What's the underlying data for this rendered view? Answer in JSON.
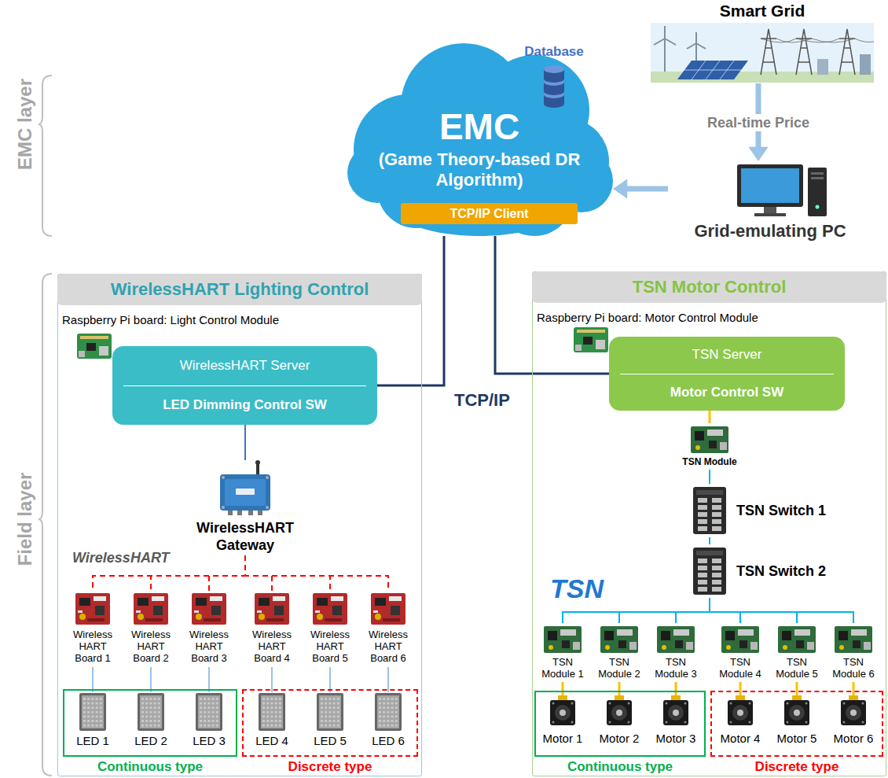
{
  "diagram": {
    "nodes": [
      {
        "text": [
          "EMC",
          "(Game Theory-based DR Algorithm)"
        ]
      },
      {
        "text": [
          "TCP/IP Client"
        ],
        "in": 0
      },
      {
        "text": [
          "Database"
        ]
      },
      {
        "text": [
          "Smart Grid"
        ]
      },
      {
        "text": [
          "Grid-emulating PC"
        ]
      },
      {
        "text": [
          "WirelessHART Lighting Control",
          "Raspberry Pi board: Light Control Module"
        ]
      },
      {
        "text": [
          "WirelessHART Server",
          "LED Dimming Control SW"
        ],
        "in": 5
      },
      {
        "text": [
          "WirelessHART Gateway"
        ],
        "in": 5
      },
      {
        "text": [
          "Wireless HART Board 1"
        ],
        "in": 5
      },
      {
        "text": [
          "Wireless HART Board 2"
        ],
        "in": 5
      },
      {
        "text": [
          "Wireless HART Board 3"
        ],
        "in": 5
      },
      {
        "text": [
          "Wireless HART Board 4"
        ],
        "in": 5
      },
      {
        "text": [
          "Wireless HART Board 5"
        ],
        "in": 5
      },
      {
        "text": [
          "Wireless HART Board 6"
        ],
        "in": 5
      },
      {
        "text": [
          "Continuous type"
        ],
        "in": 5
      },
      {
        "text": [
          "LED 1"
        ],
        "in": 14
      },
      {
        "text": [
          "LED 2"
        ],
        "in": 14
      },
      {
        "text": [
          "LED 3"
        ],
        "in": 14
      },
      {
        "text": [
          "Discrete type"
        ],
        "in": 5
      },
      {
        "text": [
          "LED 4"
        ],
        "in": 18
      },
      {
        "text": [
          "LED 5"
        ],
        "in": 18
      },
      {
        "text": [
          "LED 6"
        ],
        "in": 18
      },
      {
        "text": [
          "TSN Motor Control",
          "Raspberry Pi board: Motor Control Module"
        ]
      },
      {
        "text": [
          "TSN Server",
          "Motor Control SW"
        ],
        "in": 22
      },
      {
        "text": [
          "TSN Module"
        ],
        "in": 22
      },
      {
        "text": [
          "TSN Switch 1"
        ],
        "in": 22
      },
      {
        "text": [
          "TSN Switch 2"
        ],
        "in": 22
      },
      {
        "text": [
          "TSN Module 1"
        ],
        "in": 22
      },
      {
        "text": [
          "TSN Module 2"
        ],
        "in": 22
      },
      {
        "text": [
          "TSN Module 3"
        ],
        "in": 22
      },
      {
        "text": [
          "TSN Module 4"
        ],
        "in": 22
      },
      {
        "text": [
          "TSN Module 5"
        ],
        "in": 22
      },
      {
        "text": [
          "TSN Module 6"
        ],
        "in": 22
      },
      {
        "text": [
          "Continuous type"
        ],
        "in": 22
      },
      {
        "text": [
          "Motor 1"
        ],
        "in": 33
      },
      {
        "text": [
          "Motor 2"
        ],
        "in": 33
      },
      {
        "text": [
          "Motor 3"
        ],
        "in": 33
      },
      {
        "text": [
          "Discrete type"
        ],
        "in": 22
      },
      {
        "text": [
          "Motor 4"
        ],
        "in": 37
      },
      {
        "text": [
          "Motor 5"
        ],
        "in": 37
      },
      {
        "text": [
          "Motor 6"
        ],
        "in": 37
      }
    ],
    "edges": [
      {
        "from": 3,
        "to": 4,
        "label": "Real-time Price",
        "arrow": "to"
      },
      {
        "from": 4,
        "to": 0,
        "arrow": "to"
      },
      {
        "from": 0,
        "to": 6,
        "arrow": "none"
      },
      {
        "from": 0,
        "to": 23,
        "arrow": "none"
      },
      {
        "from": 6,
        "to": 7,
        "arrow": "none"
      },
      {
        "from": 7,
        "to": 8,
        "arrow": "none"
      },
      {
        "from": 7,
        "to": 9,
        "arrow": "none"
      },
      {
        "from": 7,
        "to": 10,
        "arrow": "none"
      },
      {
        "from": 7,
        "to": 11,
        "arrow": "none"
      },
      {
        "from": 7,
        "to": 12,
        "arrow": "none"
      },
      {
        "from": 7,
        "to": 13,
        "arrow": "none"
      },
      {
        "from": 8,
        "to": 15,
        "arrow": "none"
      },
      {
        "from": 9,
        "to": 16,
        "arrow": "none"
      },
      {
        "from": 10,
        "to": 17,
        "arrow": "none"
      },
      {
        "from": 11,
        "to": 19,
        "arrow": "none"
      },
      {
        "from": 12,
        "to": 20,
        "arrow": "none"
      },
      {
        "from": 13,
        "to": 21,
        "arrow": "none"
      },
      {
        "from": 23,
        "to": 24,
        "arrow": "none"
      },
      {
        "from": 24,
        "to": 25,
        "arrow": "none"
      },
      {
        "from": 25,
        "to": 26,
        "arrow": "none"
      },
      {
        "from": 26,
        "to": 27,
        "arrow": "none"
      },
      {
        "from": 26,
        "to": 28,
        "arrow": "none"
      },
      {
        "from": 26,
        "to": 29,
        "arrow": "none"
      },
      {
        "from": 26,
        "to": 30,
        "arrow": "none"
      },
      {
        "from": 26,
        "to": 31,
        "arrow": "none"
      },
      {
        "from": 26,
        "to": 32,
        "arrow": "none"
      },
      {
        "from": 27,
        "to": 34,
        "arrow": "none"
      },
      {
        "from": 28,
        "to": 35,
        "arrow": "none"
      },
      {
        "from": 29,
        "to": 36,
        "arrow": "none"
      },
      {
        "from": 30,
        "to": 38,
        "arrow": "none"
      },
      {
        "from": 31,
        "to": 39,
        "arrow": "none"
      },
      {
        "from": 32,
        "to": 40,
        "arrow": "none"
      }
    ],
    "labels": [
      "EMC layer",
      "Field layer",
      "TCP/IP",
      "WirelessHART",
      "TSN"
    ]
  }
}
